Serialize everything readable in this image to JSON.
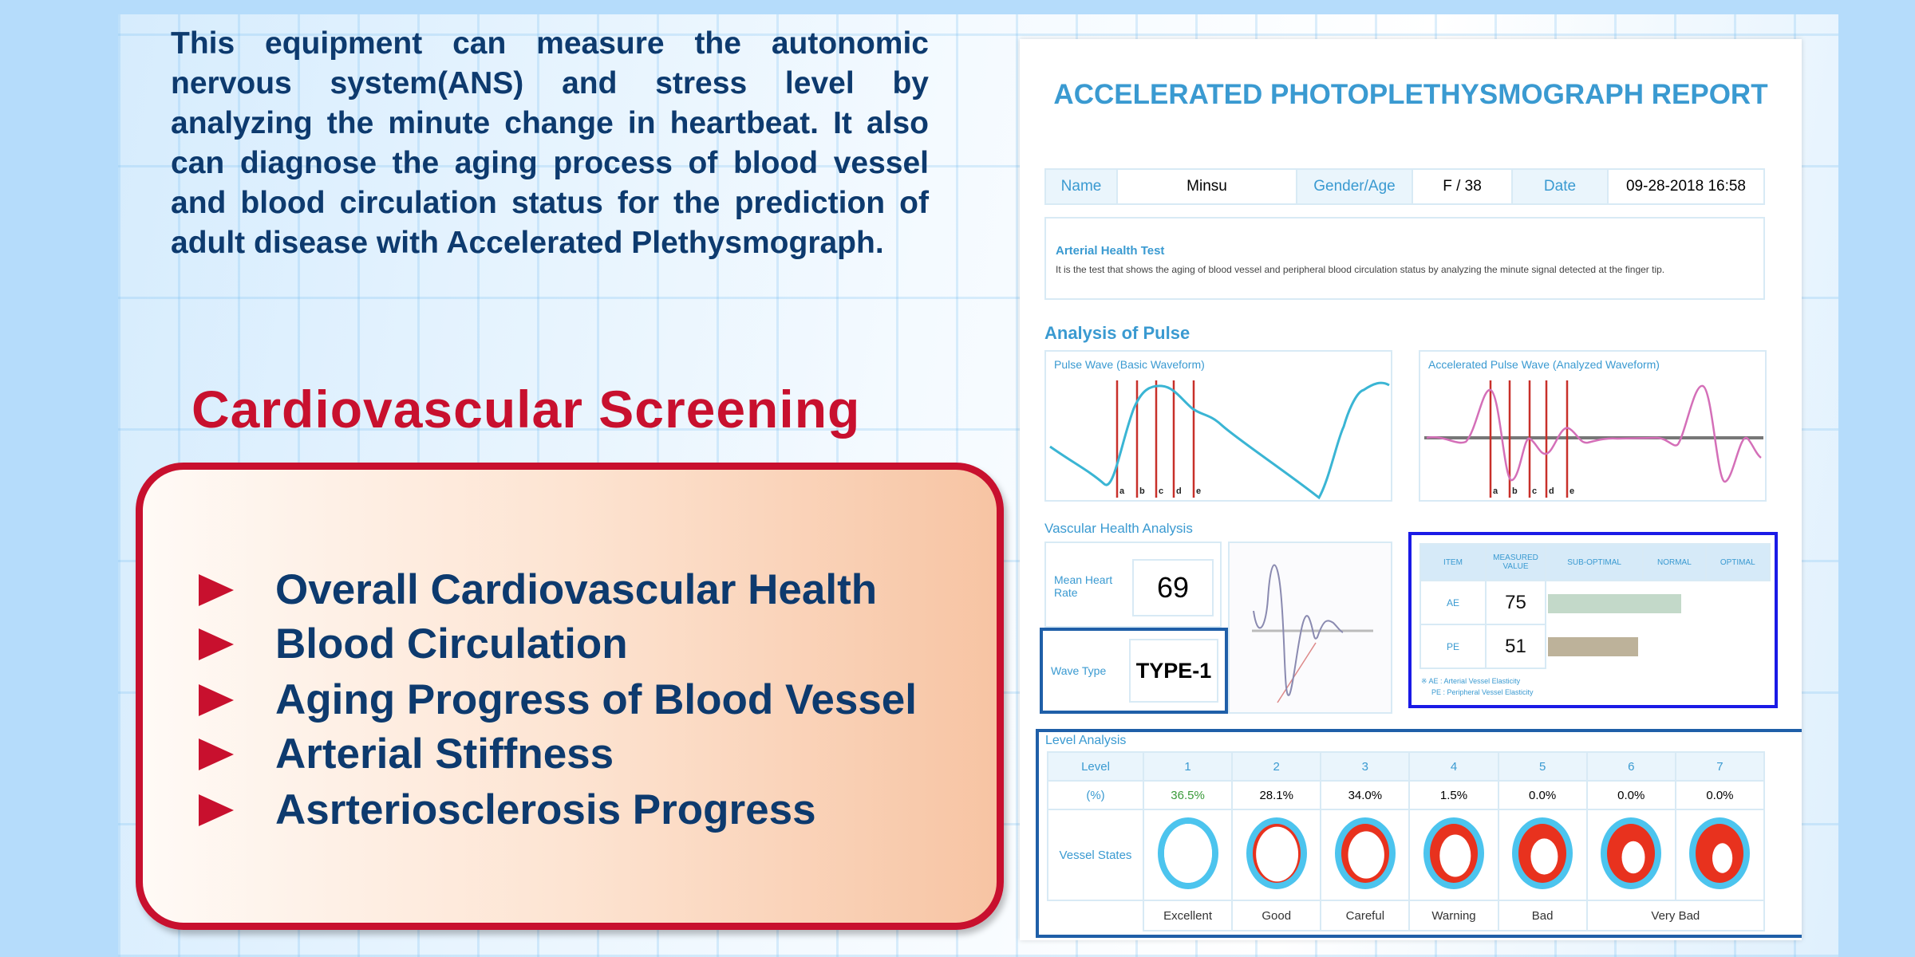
{
  "intro": "This equipment can measure the autonomic nervous system(ANS) and stress level by analyzing the minute change in heartbeat. It also can diagnose the aging process of blood vessel and blood circulation status for the prediction of adult disease with Accelerated Plethysmograph.",
  "screening": {
    "title": "Cardiovascular Screening",
    "items": [
      "Overall Cardiovascular Health",
      "Blood Circulation",
      "Aging Progress of Blood Vessel",
      "Arterial Stiffness",
      "Asrteriosclerosis Progress"
    ]
  },
  "report": {
    "title": "ACCELERATED PHOTOPLETHYSMOGRAPH REPORT",
    "info": {
      "name_label": "Name",
      "name": "Minsu",
      "gender_age_label": "Gender/Age",
      "gender_age": "F / 38",
      "date_label": "Date",
      "date": "09-28-2018 16:58"
    },
    "arterial": {
      "title": "Arterial Health Test",
      "desc": "It is the test that shows the aging of blood vessel and peripheral blood circulation status by analyzing the minute signal detected at the finger tip."
    },
    "pulse": {
      "section": "Analysis of Pulse",
      "basic_title": "Pulse Wave (Basic Waveform)",
      "accel_title": "Accelerated Pulse Wave (Analyzed Waveform)",
      "markers": [
        "a",
        "b",
        "c",
        "d",
        "e"
      ]
    },
    "vascular": {
      "section": "Vascular Health Analysis",
      "hr_label": "Mean Heart Rate",
      "hr": "69",
      "wave_label": "Wave Type",
      "wave": "TYPE-1",
      "headers": [
        "ITEM",
        "MEASURED VALUE",
        "SUB-OPTIMAL",
        "NORMAL",
        "OPTIMAL"
      ],
      "rows": [
        {
          "item": "AE",
          "value": "75",
          "num": 75,
          "color": "#c3d9c9"
        },
        {
          "item": "PE",
          "value": "51",
          "num": 51,
          "color": "#bdb29a"
        }
      ],
      "note1": "※ AE : Arterial Vessel Elasticity",
      "note2": "PE : Peripheral Vessel Elasticity"
    },
    "level": {
      "section": "Level Analysis",
      "level_label": "Level",
      "pct_label": "(%)",
      "states_label": "Vessel States",
      "levels": [
        "1",
        "2",
        "3",
        "4",
        "5",
        "6",
        "7"
      ],
      "pcts": [
        "36.5%",
        "28.1%",
        "34.0%",
        "1.5%",
        "0.0%",
        "0.0%",
        "0.0%"
      ],
      "status": [
        "Excellent",
        "Good",
        "Careful",
        "Warning",
        "Bad",
        "Very Bad"
      ],
      "highlight_color": "#3a9a3a"
    }
  }
}
